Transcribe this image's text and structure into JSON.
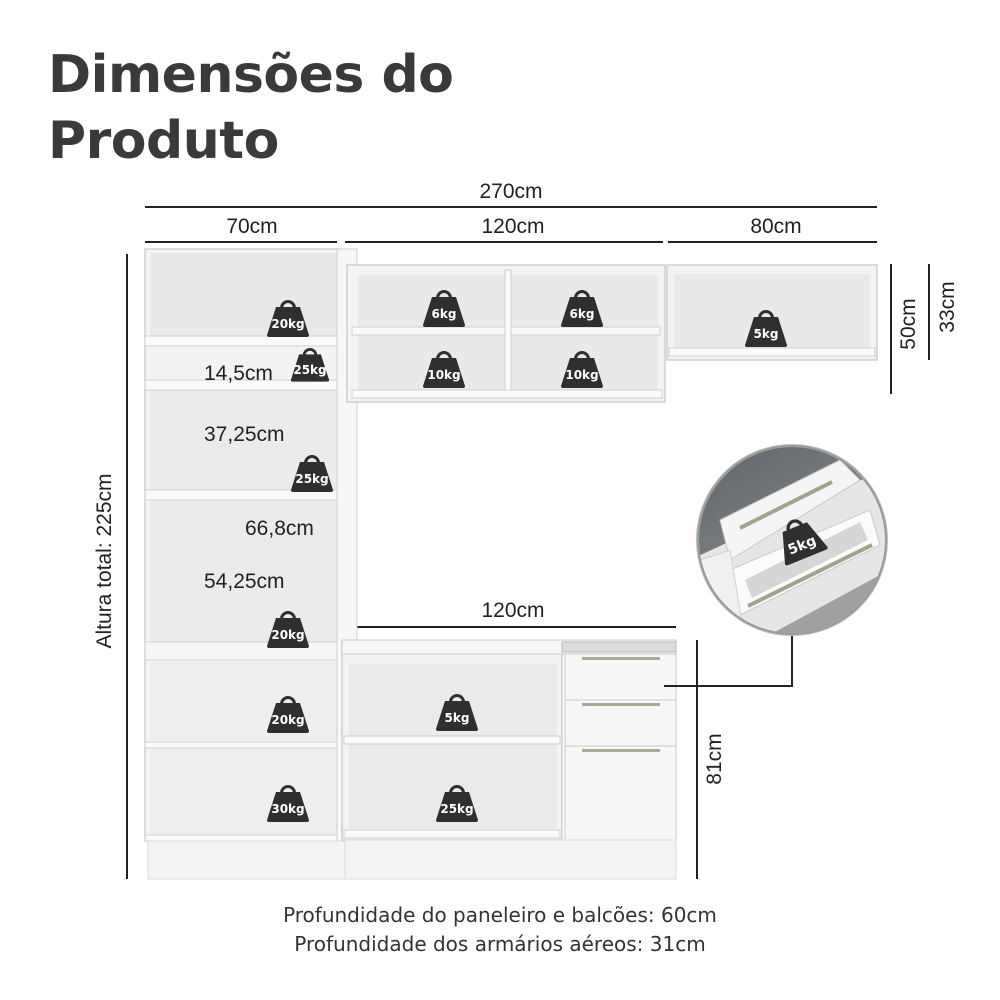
{
  "title": {
    "line1": "Dimensões do",
    "line2": "Produto"
  },
  "dimensions": {
    "total_width": "270cm",
    "panel_width": "70cm",
    "upper_cabinet_width": "120cm",
    "small_upper_width": "80cm",
    "small_upper_height": "50cm",
    "small_upper_depth": "33cm",
    "niche_1": "14,5cm",
    "niche_2": "37,25cm",
    "inner_width": "66,8cm",
    "niche_3": "54,25cm",
    "counter_width": "120cm",
    "counter_height": "81cm",
    "total_height": "Altura total: 225cm"
  },
  "weights": {
    "p1": "20kg",
    "p2": "25kg",
    "p3": "25kg",
    "p4": "20kg",
    "p5": "20kg",
    "p6": "30kg",
    "u1": "6kg",
    "u2": "6kg",
    "u3": "10kg",
    "u4": "10kg",
    "s1": "5kg",
    "b1": "5kg",
    "b2": "25kg",
    "drawer": "5kg"
  },
  "footer": {
    "line1": "Profundidade do paneleiro e balcões: 60cm",
    "line2": "Profundidade dos armários aéreos: 31cm"
  }
}
